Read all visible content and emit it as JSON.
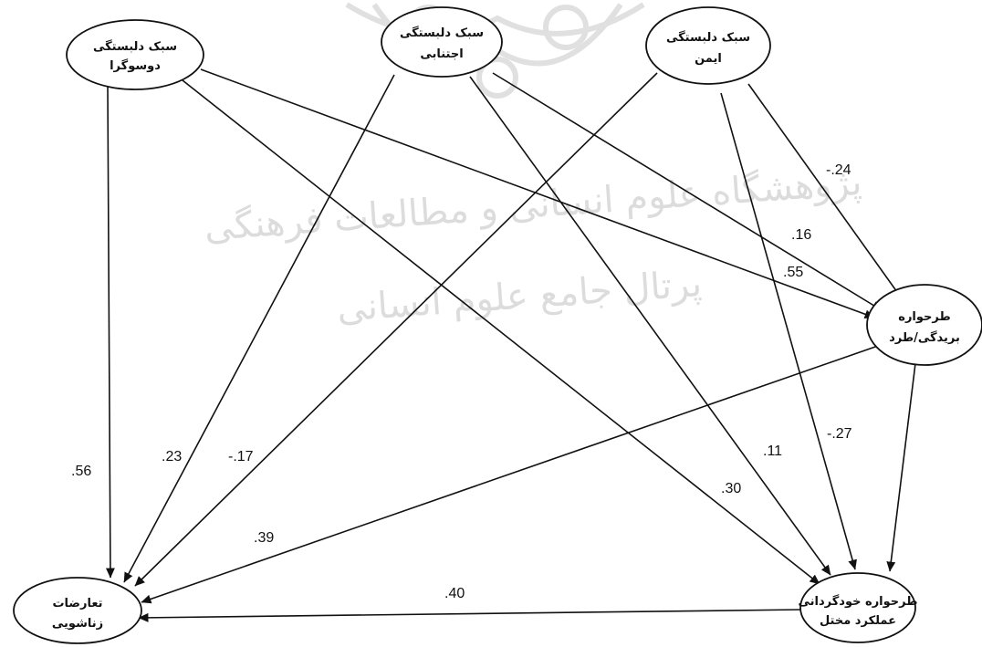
{
  "watermark": {
    "line1": "پژوهشگاه علوم انسانی و مطالعات فرهنگی",
    "line2": "پرتال جامع علوم انسانی"
  },
  "nodes": {
    "ambivalent": {
      "line1": "سبک دلبستگی",
      "line2": "دوسوگرا"
    },
    "avoidant": {
      "line1": "سبک دلبستگی",
      "line2": "اجتنابی"
    },
    "secure": {
      "line1": "سبک دلبستگی",
      "line2": "ایمن"
    },
    "disconnection": {
      "line1": "طرحواره",
      "line2": "بریدگی/طرد"
    },
    "autonomy": {
      "line1": "طرحواره خودگردانی",
      "line2": "عملکرد مختل"
    },
    "conflicts": {
      "line1": "تعارضات",
      "line2": "زناشویی"
    }
  },
  "coefficients": {
    "ambivalent_conflicts": ".56",
    "avoidant_conflicts": ".23",
    "secure_conflicts": "-.17",
    "disconnection_conflicts": ".39",
    "autonomy_conflicts": ".40",
    "avoidant_autonomy": ".11",
    "ambivalent_autonomy": ".30",
    "secure_autonomy": "-.27",
    "secure_disconnection": "-.24",
    "avoidant_disconnection": ".16",
    "ambivalent_disconnection": ".55"
  },
  "colors": {
    "stroke": "#111111",
    "watermark": "#d8d8d8",
    "background": "#ffffff"
  }
}
